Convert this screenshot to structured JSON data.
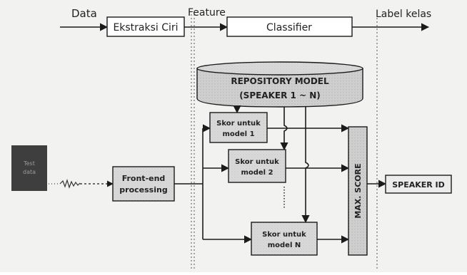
{
  "top_flow": {
    "input_label": "Data",
    "feature_extraction_label": "Ekstraksi Ciri",
    "feature_label": "Feature",
    "classifier_label": "Classifier",
    "output_label": "Label kelas"
  },
  "repository": {
    "line1": "REPOSITORY MODEL",
    "line2": "(SPEAKER 1 ~ N)"
  },
  "source_box": {
    "line1": "Test",
    "line2": "data"
  },
  "front_end": {
    "line1": "Front-end",
    "line2": "processing"
  },
  "score_boxes": [
    {
      "line1": "Skor untuk",
      "line2": "model 1"
    },
    {
      "line1": "Skor untuk",
      "line2": "model 2"
    },
    {
      "line1": "Skor untuk",
      "line2": "model N"
    }
  ],
  "max_score_label": "MAX. SCORE",
  "speaker_id_label": "SPEAKER ID"
}
